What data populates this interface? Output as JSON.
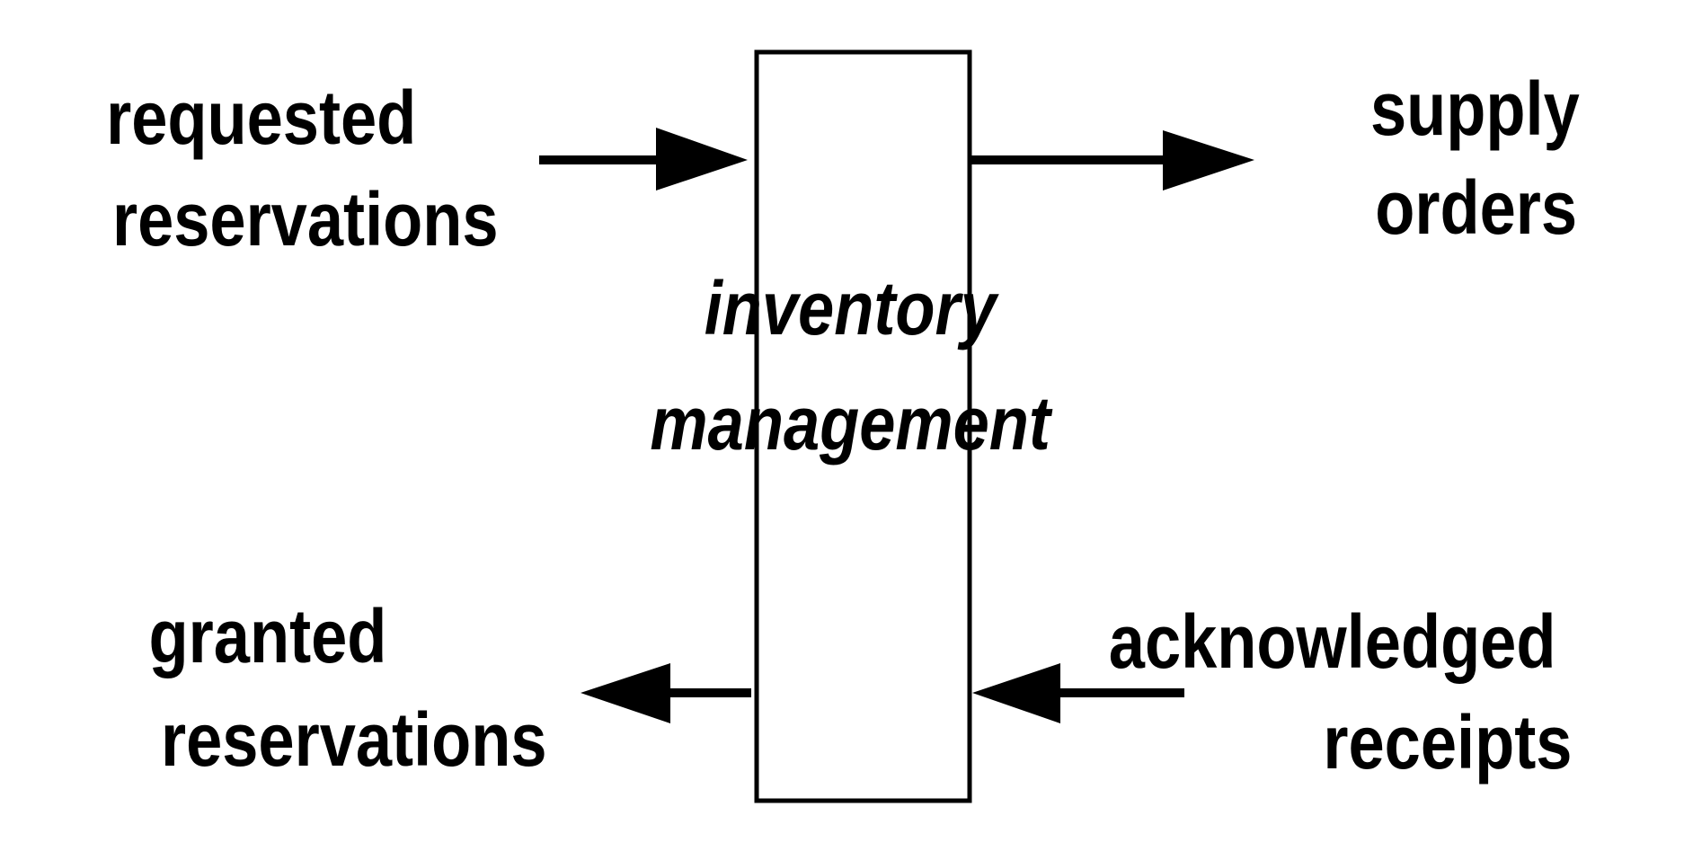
{
  "box": {
    "line1": "inventory",
    "line2": "management"
  },
  "inputs": {
    "requested": {
      "line1": "requested",
      "line2": "reservations"
    },
    "acknowledged": {
      "line1": "acknowledged",
      "line2": "receipts"
    }
  },
  "outputs": {
    "supply": {
      "line1": "supply",
      "line2": "orders"
    },
    "granted": {
      "line1": "granted",
      "line2": "reservations"
    }
  },
  "colors": {
    "stroke": "#000000",
    "background": "#ffffff"
  }
}
